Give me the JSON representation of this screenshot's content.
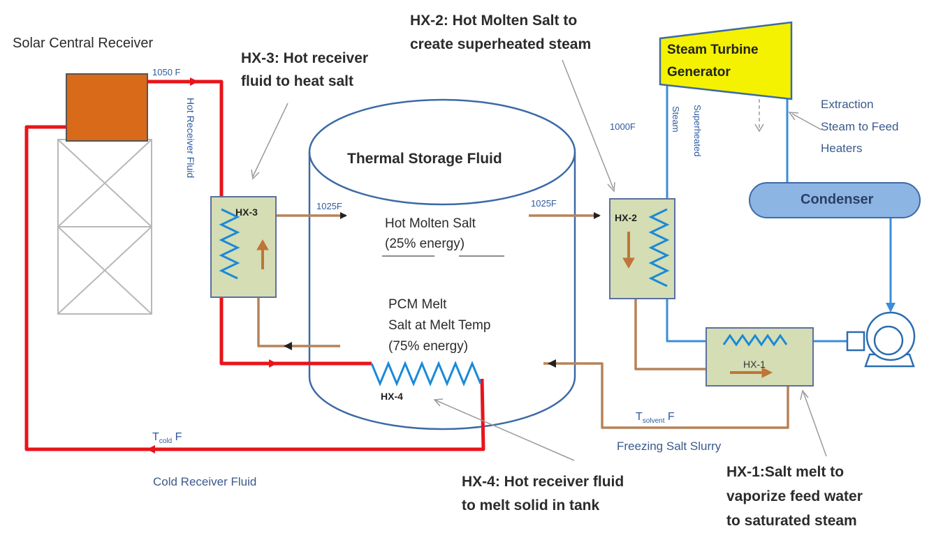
{
  "labels": {
    "solar_receiver": "Solar Central Receiver",
    "hx3_desc_1": "HX-3: Hot receiver",
    "hx3_desc_2": "fluid to heat salt",
    "hx2_desc_1": "HX-2: Hot Molten Salt to",
    "hx2_desc_2": "create superheated steam",
    "turbine_1": "Steam Turbine",
    "turbine_2": "Generator",
    "extraction_1": "Extraction",
    "extraction_2": "Steam to Feed",
    "extraction_3": "Heaters",
    "condenser": "Condenser",
    "thermal_storage": "Thermal Storage Fluid",
    "hot_molten_salt_1": "Hot Molten Salt",
    "hot_molten_salt_2": "(25% energy)",
    "pcm_1": "PCM Melt",
    "pcm_2": "Salt at Melt Temp",
    "pcm_3": "(75% energy)",
    "hx3_box": "HX-3",
    "hx2_box": "HX-2",
    "hx1_box": "HX-1",
    "hx4_box": "HX-4",
    "temp_1050": "1050 F",
    "temp_1025_left": "1025F",
    "temp_1025_right": "1025F",
    "temp_1000": "1000F",
    "hot_receiver_fluid": "Hot Receiver Fluid",
    "superheated_steam_1": "Superheated",
    "superheated_steam_2": "Steam",
    "t_solvent_main": "T",
    "t_solvent_sub": "solvent",
    "t_solvent_unit": " F",
    "t_cold_main": "T",
    "t_cold_sub": "cold",
    "t_cold_unit": " F",
    "freezing_slurry": "Freezing Salt Slurry",
    "cold_receiver_fluid": "Cold Receiver Fluid",
    "hx4_desc_1": "HX-4: Hot receiver fluid",
    "hx4_desc_2": "to melt solid in tank",
    "hx1_desc_1": "HX-1:Salt melt to",
    "hx1_desc_2": "vaporize feed water",
    "hx1_desc_3": "to saturated  steam"
  },
  "colors": {
    "receiver_fluid": "#e8141a",
    "salt_line": "#b5835a",
    "steam_line": "#3a8ed8",
    "receiver_box": "#d86a1a",
    "turbine_fill": "#f4f200",
    "hx_fill": "#d5ddb4",
    "condenser_fill": "#8db5e4"
  }
}
